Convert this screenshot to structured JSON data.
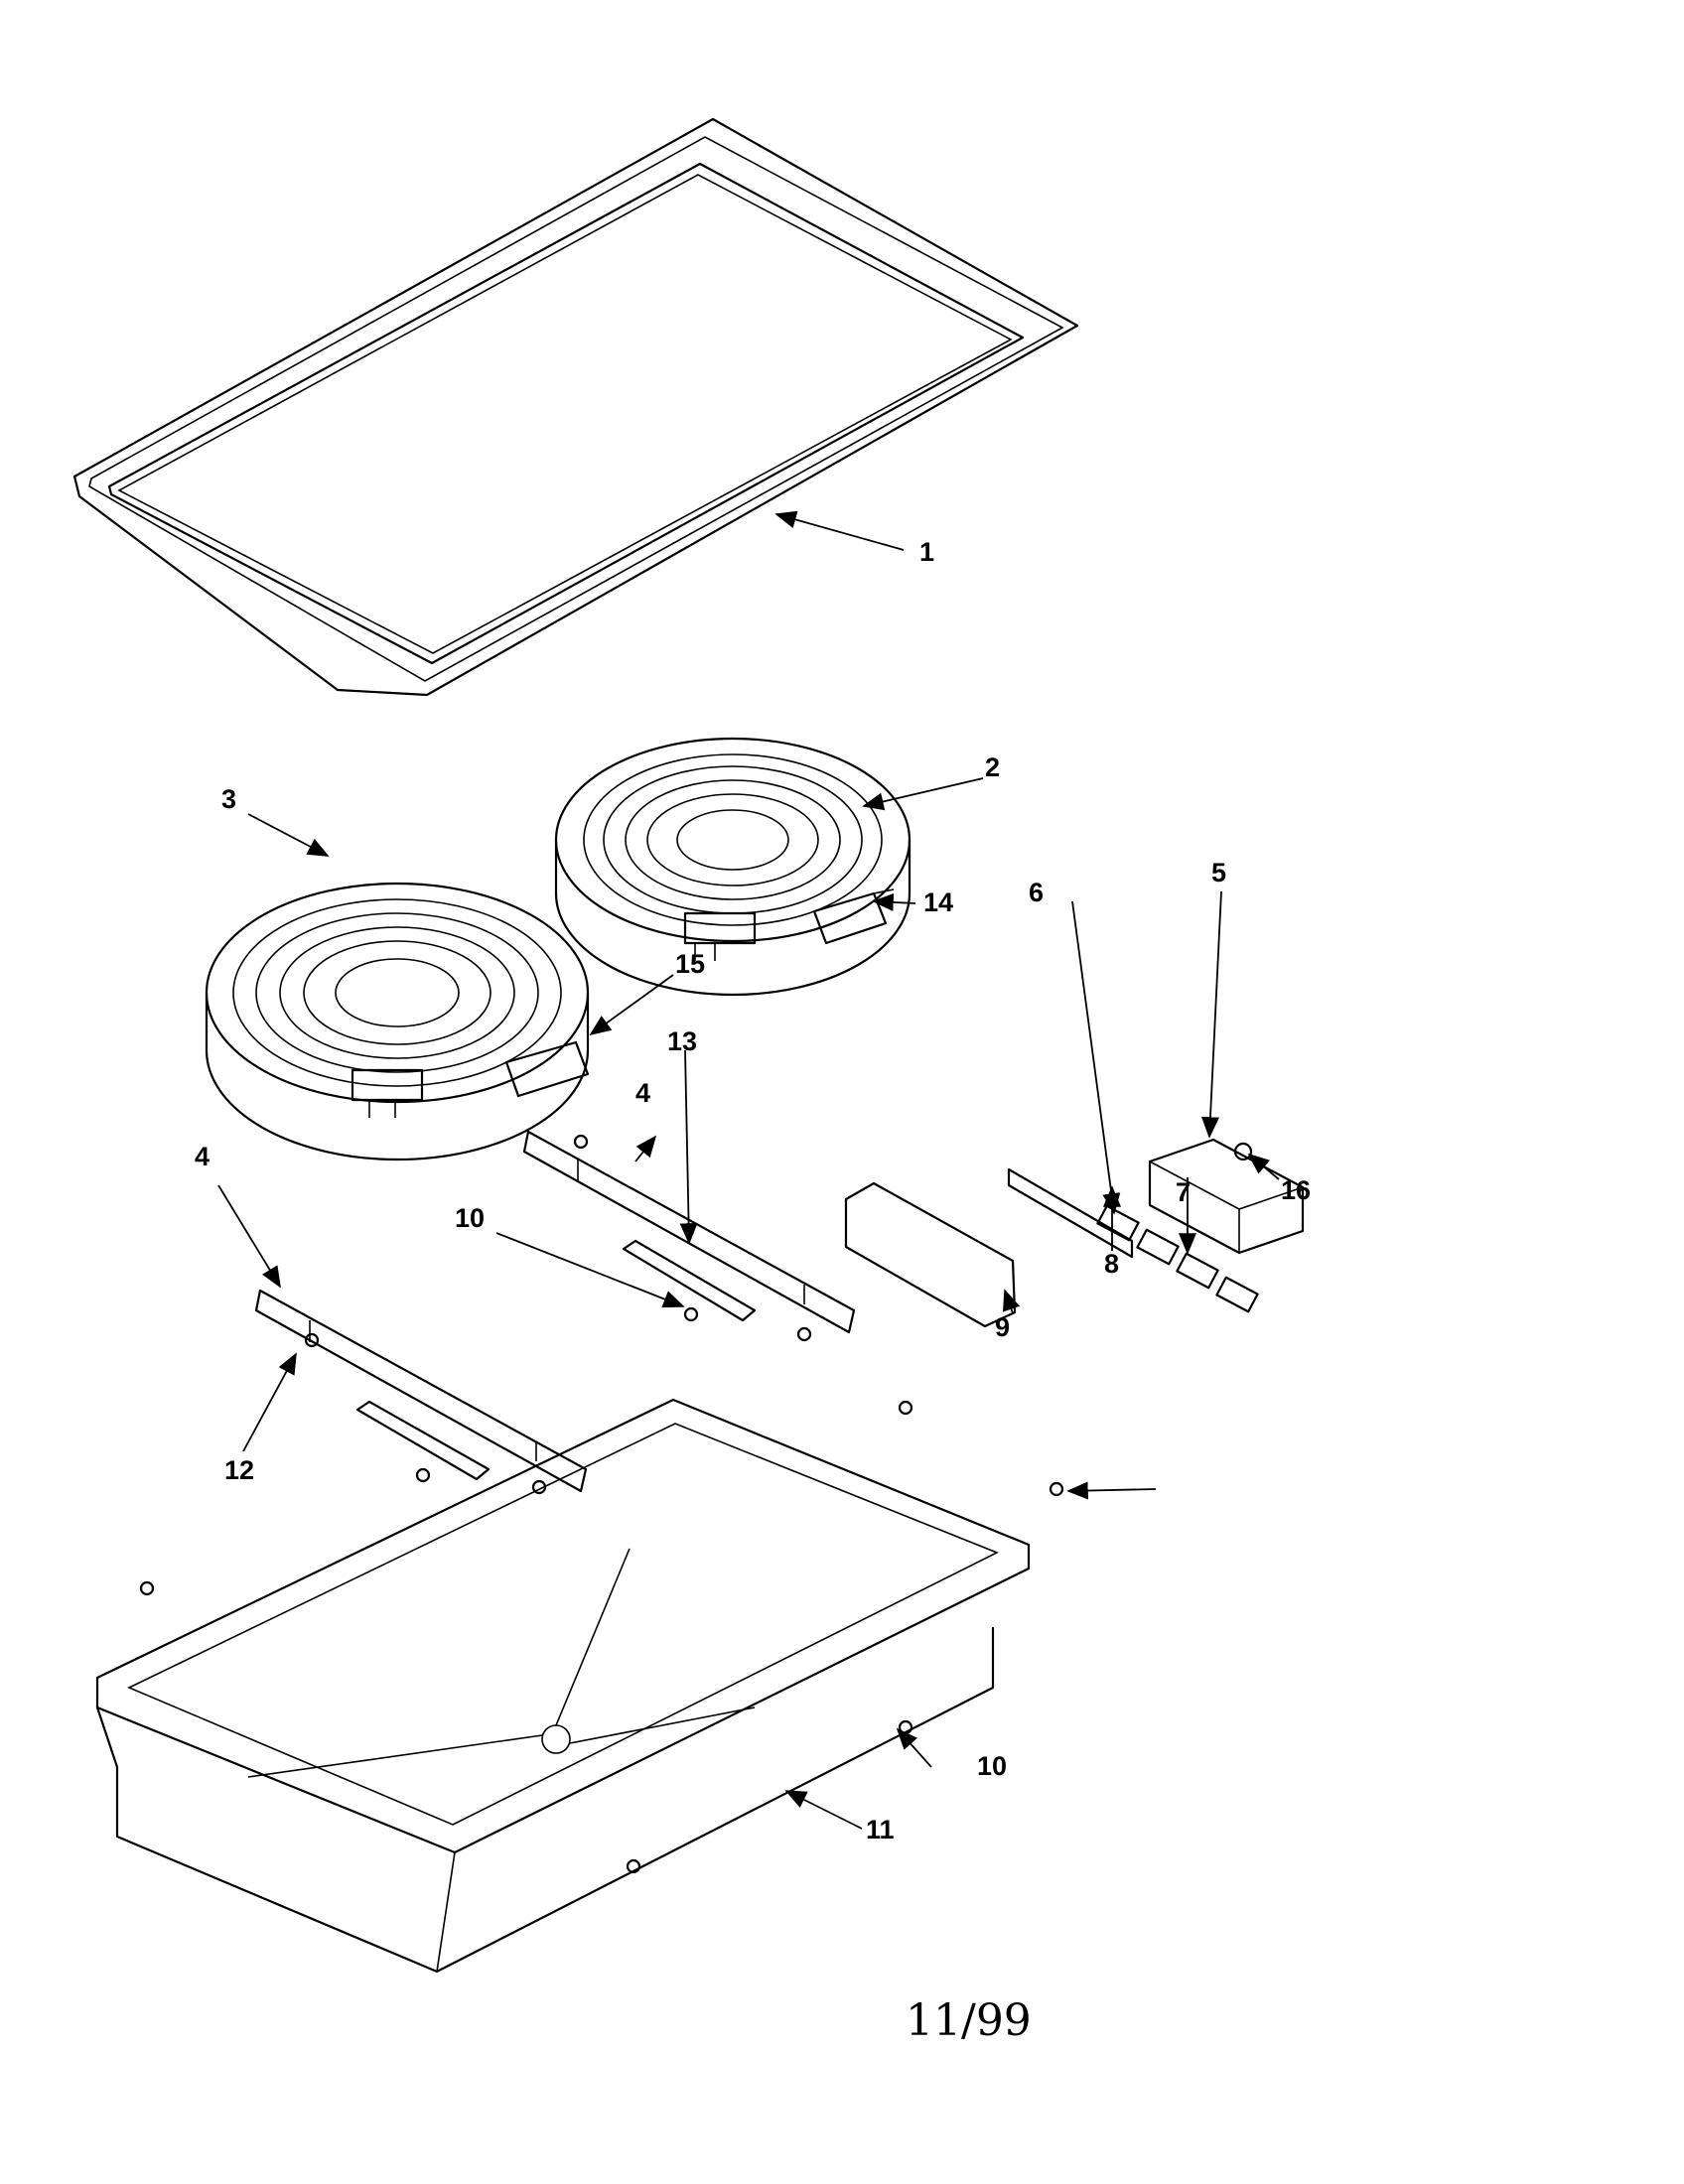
{
  "callouts": {
    "c1": "1",
    "c2": "2",
    "c3": "3",
    "c4a": "4",
    "c4b": "4",
    "c5": "5",
    "c6": "6",
    "c7": "7",
    "c8": "8",
    "c9": "9",
    "c10a": "10",
    "c10b": "10",
    "c11": "11",
    "c12": "12",
    "c13": "13",
    "c14": "14",
    "c15": "15",
    "c16": "16"
  },
  "footer": {
    "date_code": "11/99"
  }
}
